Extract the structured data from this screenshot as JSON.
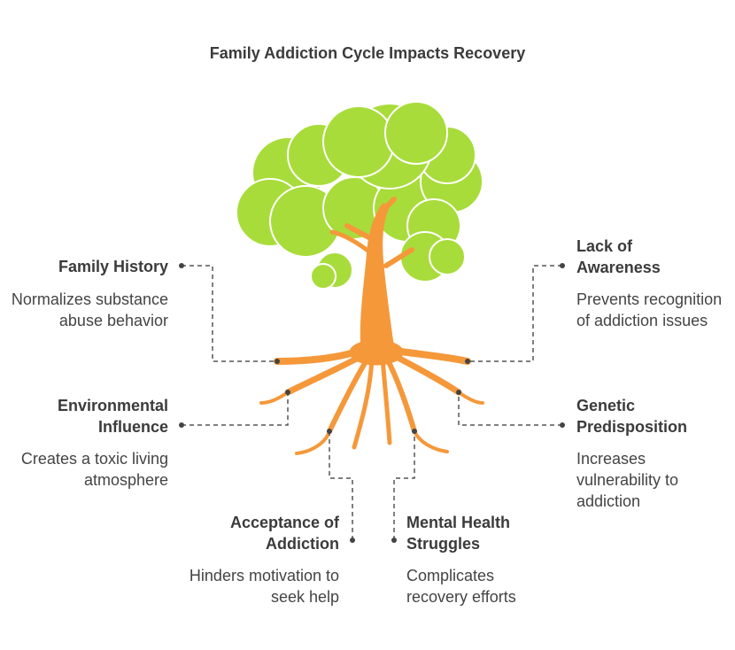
{
  "title": "Family Addiction Cycle Impacts Recovery",
  "colors": {
    "foliage": "#a8dc3a",
    "foliage_outline": "#ffffff",
    "trunk": "#f5983a",
    "connector": "#555555"
  },
  "items": [
    {
      "heading": "Family History",
      "description": "Normalizes substance abuse behavior"
    },
    {
      "heading": "Lack of Awareness",
      "description": "Prevents recognition of addiction issues"
    },
    {
      "heading": "Environmental Influence",
      "description": "Creates a toxic living atmosphere"
    },
    {
      "heading": "Genetic Predisposition",
      "description": "Increases vulnerability to addiction"
    },
    {
      "heading": "Acceptance of Addiction",
      "description": "Hinders motivation to seek help"
    },
    {
      "heading": "Mental Health Struggles",
      "description": "Complicates recovery efforts"
    }
  ]
}
